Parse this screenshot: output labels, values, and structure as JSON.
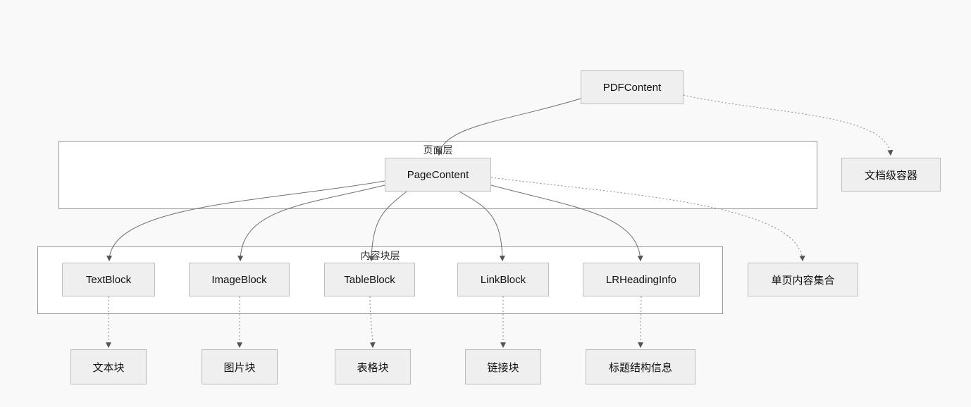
{
  "diagram": {
    "type": "flowchart",
    "colors": {
      "background": "#f9f9f9",
      "node_fill": "#efefef",
      "node_border": "#bdbdbd",
      "container_fill": "#ffffff",
      "container_border": "#999999",
      "edge_solid": "#707070",
      "edge_dotted": "#888888",
      "arrowhead": "#555555",
      "label_text": "#111111",
      "container_label_text": "#333333"
    },
    "containers": [
      {
        "id": "page_layer",
        "label": "页面层"
      },
      {
        "id": "content_block_layer",
        "label": "内容块层"
      }
    ],
    "nodes": [
      {
        "id": "pdfcontent",
        "label": "PDFContent"
      },
      {
        "id": "pagecontent",
        "label": "PageContent"
      },
      {
        "id": "doc_container",
        "label": "文档级容器"
      },
      {
        "id": "textblock",
        "label": "TextBlock"
      },
      {
        "id": "imageblock",
        "label": "ImageBlock"
      },
      {
        "id": "tableblock",
        "label": "TableBlock"
      },
      {
        "id": "linkblock",
        "label": "LinkBlock"
      },
      {
        "id": "lrheadinginfo",
        "label": "LRHeadingInfo"
      },
      {
        "id": "page_collection",
        "label": "单页内容集合"
      },
      {
        "id": "text_block_cn",
        "label": "文本块"
      },
      {
        "id": "image_block_cn",
        "label": "图片块"
      },
      {
        "id": "table_block_cn",
        "label": "表格块"
      },
      {
        "id": "link_block_cn",
        "label": "链接块"
      },
      {
        "id": "heading_info_cn",
        "label": "标题结构信息"
      }
    ],
    "edges": [
      {
        "from": "pdfcontent",
        "to": "pagecontent",
        "style": "solid"
      },
      {
        "from": "pdfcontent",
        "to": "doc_container",
        "style": "dotted"
      },
      {
        "from": "pagecontent",
        "to": "textblock",
        "style": "solid"
      },
      {
        "from": "pagecontent",
        "to": "imageblock",
        "style": "solid"
      },
      {
        "from": "pagecontent",
        "to": "tableblock",
        "style": "solid"
      },
      {
        "from": "pagecontent",
        "to": "linkblock",
        "style": "solid"
      },
      {
        "from": "pagecontent",
        "to": "lrheadinginfo",
        "style": "solid"
      },
      {
        "from": "pagecontent",
        "to": "page_collection",
        "style": "dotted"
      },
      {
        "from": "textblock",
        "to": "text_block_cn",
        "style": "dotted"
      },
      {
        "from": "imageblock",
        "to": "image_block_cn",
        "style": "dotted"
      },
      {
        "from": "tableblock",
        "to": "table_block_cn",
        "style": "dotted"
      },
      {
        "from": "linkblock",
        "to": "link_block_cn",
        "style": "dotted"
      },
      {
        "from": "lrheadinginfo",
        "to": "heading_info_cn",
        "style": "dotted"
      }
    ]
  }
}
